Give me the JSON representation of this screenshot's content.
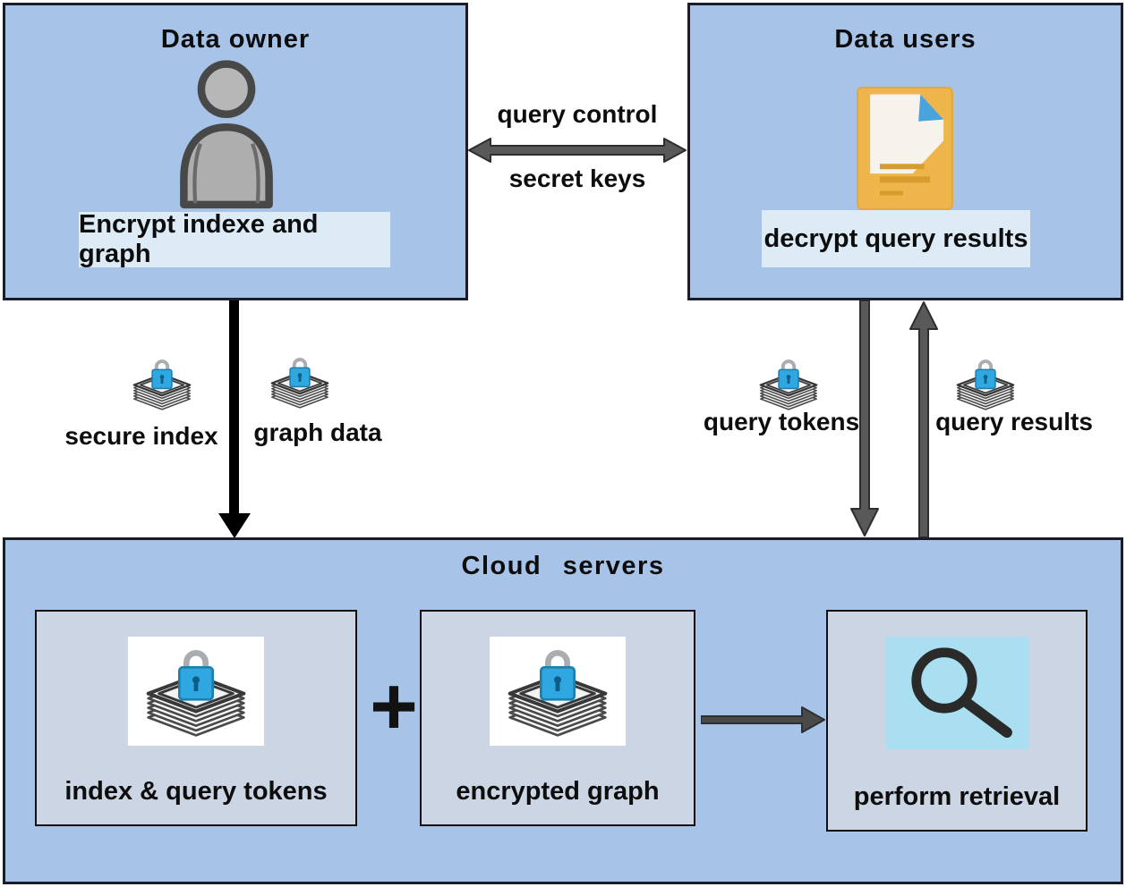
{
  "colors": {
    "box_fill": "#a7c3e8",
    "box_border": "#1c1c28",
    "subbox_fill": "#cbd5e3",
    "plate_fill": "#dcebf6",
    "arrow_gray": "#595959",
    "arrow_dark": "#4a4a4a",
    "arrow_black": "#000000",
    "lock_blue": "#2fa8e1",
    "lock_blue_dark": "#0e5d86",
    "doc_orange": "#eeb54b",
    "magnifier_bg": "#aadff2"
  },
  "icons": {
    "owner": "person-icon",
    "users": "document-icon",
    "encrypted_data": "lock-stack-icon",
    "retrieval": "magnifier-icon"
  },
  "data_owner": {
    "title": "Data owner",
    "action_label": "Encrypt indexe and graph"
  },
  "data_users": {
    "title": "Data users",
    "action_label": "decrypt query results"
  },
  "exchange": {
    "top_label": "query control",
    "bottom_label": "secret keys"
  },
  "owner_outputs": {
    "secure_index_label": "secure index",
    "graph_data_label": "graph data"
  },
  "user_flows": {
    "query_tokens_label": "query tokens",
    "query_results_label": "query results"
  },
  "cloud": {
    "title": "Cloud servers",
    "index_tokens_label": "index & query tokens",
    "plus_sign": "+",
    "encrypted_graph_label": "encrypted graph",
    "perform_retrieval_label": "perform retrieval"
  }
}
